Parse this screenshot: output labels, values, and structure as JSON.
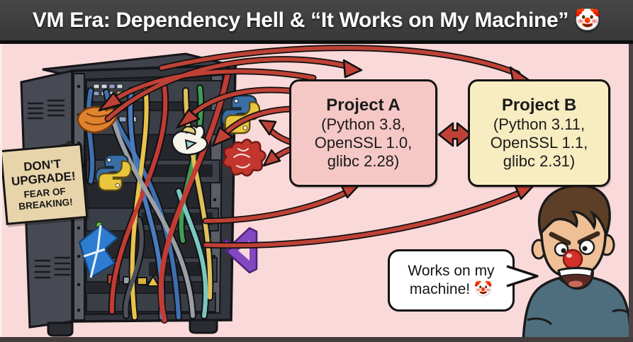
{
  "title": "VM Era: Dependency Hell & “It Works on My Machine” 🤡",
  "warning_sign": {
    "line1": "DON’T UPGRADE!",
    "line2": "FEAR OF BREAKING!"
  },
  "project_a": {
    "name": "Project A",
    "dep1": "(Python 3.8,",
    "dep2": "OpenSSL 1.0,",
    "dep3": "glibc 2.28)"
  },
  "project_b": {
    "name": "Project B",
    "dep1": "(Python 3.11,",
    "dep2": "OpenSSL 1.1,",
    "dep3": "glibc 2.31)"
  },
  "speech_bubble": "Works on my machine! 🤡",
  "icons": {
    "title_emoji": "clown-face",
    "bubble_emoji": "clown-face",
    "rack_icons": [
      "python-icon",
      "python-icon",
      "package-icon",
      "dove-icon",
      "origami-icon",
      "visual-studio-icon",
      "cloth-icon"
    ]
  },
  "colors": {
    "background": "#f9d9d9",
    "title_bar": "#3b3b3b",
    "arrow_red": "#bf4136",
    "project_a_fill": "#f5c8c6",
    "project_b_fill": "#f8edc1",
    "sign_fill": "#e7d4aa",
    "rack_body": "#33363d",
    "shirt": "#4e6e7e"
  }
}
